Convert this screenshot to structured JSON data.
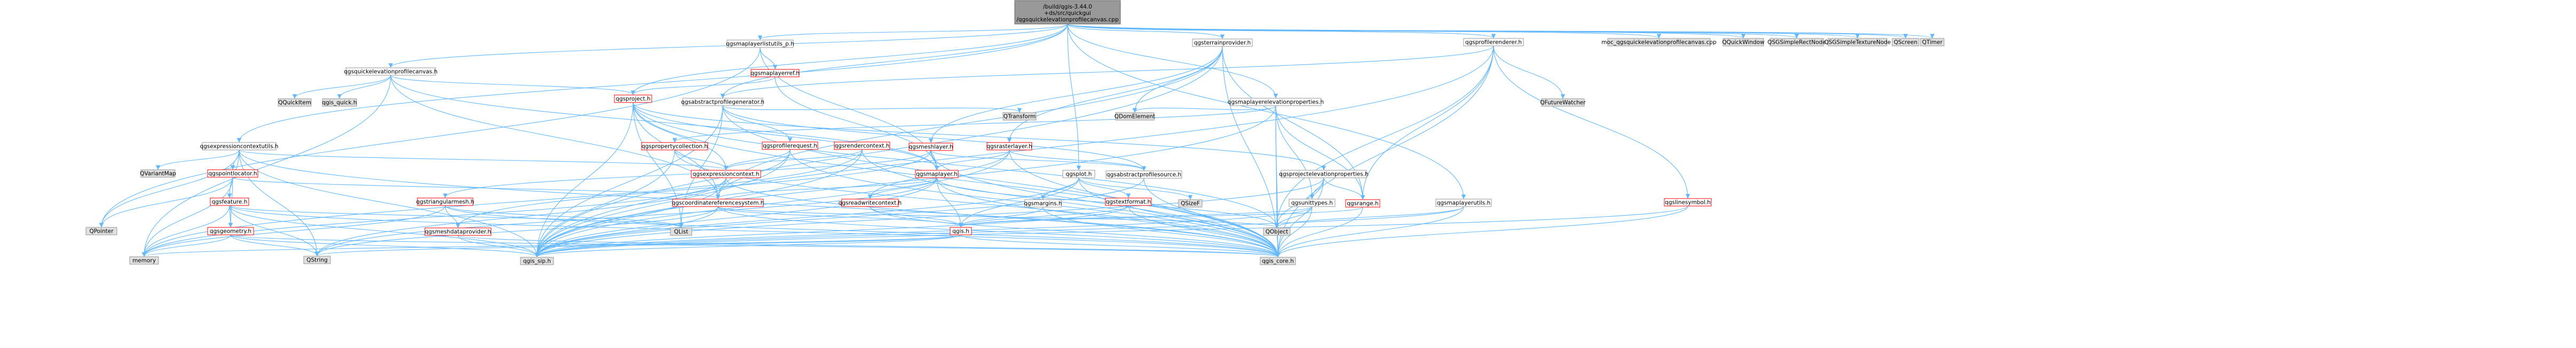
{
  "colors": {
    "root_fill": "#999999",
    "root_border": "#666666",
    "node_fill": "#ffffff",
    "linked_border": "#ff0000",
    "default_border": "#999999",
    "external_fill": "#e0e0e0",
    "edge": "#63b8ff"
  },
  "root": {
    "lines": [
      "/build/qgis-3.44.0",
      "+ds/src/quickgui",
      "/qgsquickelevationprofilecanvas.cpp"
    ]
  },
  "nodes": [
    {
      "id": "n_listutils",
      "label": "qgsmaplayerlistutils_p.h",
      "style": "default"
    },
    {
      "id": "n_terrain",
      "label": "qgsterrainprovider.h",
      "style": "default"
    },
    {
      "id": "n_profrend",
      "label": "qgsprofilerenderer.h",
      "style": "default"
    },
    {
      "id": "n_moc",
      "label": "moc_qgsquickelevationprofilecanvas.cpp",
      "style": "external"
    },
    {
      "id": "n_qqw",
      "label": "QQuickWindow",
      "style": "external"
    },
    {
      "id": "n_qsgrect",
      "label": "QSGSimpleRectNode",
      "style": "external"
    },
    {
      "id": "n_qsgtex",
      "label": "QSGSimpleTextureNode",
      "style": "external"
    },
    {
      "id": "n_qscreen",
      "label": "QScreen",
      "style": "external"
    },
    {
      "id": "n_qtimer",
      "label": "QTimer",
      "style": "external"
    },
    {
      "id": "n_qcanvas_h",
      "label": "qgsquickelevationprofilecanvas.h",
      "style": "default"
    },
    {
      "id": "n_maplayerref",
      "label": "qgsmaplayerref.h",
      "style": "linked"
    },
    {
      "id": "n_absprofgen",
      "label": "qgsabstractprofilegenerator.h",
      "style": "default"
    },
    {
      "id": "n_mlelevprops",
      "label": "qgsmaplayerelevationproperties.h",
      "style": "default"
    },
    {
      "id": "n_qfuturew",
      "label": "QFutureWatcher",
      "style": "external"
    },
    {
      "id": "n_qquickitem",
      "label": "QQuickItem",
      "style": "external"
    },
    {
      "id": "n_qgsquick",
      "label": "qgis_quick.h",
      "style": "external"
    },
    {
      "id": "n_project",
      "label": "qgsproject.h",
      "style": "linked"
    },
    {
      "id": "n_qtransform",
      "label": "QTransform",
      "style": "external"
    },
    {
      "id": "n_qdomelem",
      "label": "QDomElement",
      "style": "external"
    },
    {
      "id": "n_exprctxutils",
      "label": "qgsexpressioncontextutils.h",
      "style": "default"
    },
    {
      "id": "n_proprcoll",
      "label": "qgspropertycollection.h",
      "style": "linked"
    },
    {
      "id": "n_profreq",
      "label": "qgsprofilerequest.h",
      "style": "linked"
    },
    {
      "id": "n_renderctx",
      "label": "qgsrendercontext.h",
      "style": "linked"
    },
    {
      "id": "n_meshlayer",
      "label": "qgsmeshlayer.h",
      "style": "linked"
    },
    {
      "id": "n_rasterlayer",
      "label": "qgsrasterlayer.h",
      "style": "linked"
    },
    {
      "id": "n_qvariantmap",
      "label": "QVariantMap",
      "style": "external"
    },
    {
      "id": "n_pointloc",
      "label": "qgspointlocator.h",
      "style": "linked"
    },
    {
      "id": "n_exprctx",
      "label": "qgsexpressioncontext.h",
      "style": "linked"
    },
    {
      "id": "n_maplayer",
      "label": "qgsmaplayer.h",
      "style": "linked"
    },
    {
      "id": "n_plot",
      "label": "qgsplot.h",
      "style": "default"
    },
    {
      "id": "n_absprofsrc",
      "label": "qgsabstractprofilesource.h",
      "style": "default"
    },
    {
      "id": "n_projelev",
      "label": "qgsprojectelevationproperties.h",
      "style": "default"
    },
    {
      "id": "n_feature",
      "label": "qgsfeature.h",
      "style": "linked"
    },
    {
      "id": "n_trimesh",
      "label": "qgstriangularmesh.h",
      "style": "linked"
    },
    {
      "id": "n_crs",
      "label": "qgscoordinatereferencesystem.h",
      "style": "linked"
    },
    {
      "id": "n_readwrite",
      "label": "qgsreadwritecontext.h",
      "style": "linked"
    },
    {
      "id": "n_margins",
      "label": "qgsmargins.h",
      "style": "default"
    },
    {
      "id": "n_textformat",
      "label": "qgstextformat.h",
      "style": "linked"
    },
    {
      "id": "n_qsizef",
      "label": "QSizeF",
      "style": "external"
    },
    {
      "id": "n_unittypes",
      "label": "qgsunittypes.h",
      "style": "default"
    },
    {
      "id": "n_range",
      "label": "qgsrange.h",
      "style": "linked"
    },
    {
      "id": "n_mlutils",
      "label": "qgsmaplayerutils.h",
      "style": "default"
    },
    {
      "id": "n_linesym",
      "label": "qgslinesymbol.h",
      "style": "linked"
    },
    {
      "id": "n_qpointer",
      "label": "QPointer",
      "style": "external"
    },
    {
      "id": "n_geometry",
      "label": "qgsgeometry.h",
      "style": "linked"
    },
    {
      "id": "n_meshdp",
      "label": "qgsmeshdataprovider.h",
      "style": "linked"
    },
    {
      "id": "n_qlist",
      "label": "QList",
      "style": "external"
    },
    {
      "id": "n_qgis",
      "label": "qgis.h",
      "style": "linked"
    },
    {
      "id": "n_qobject",
      "label": "QObject",
      "style": "external"
    },
    {
      "id": "n_memory",
      "label": "memory",
      "style": "external"
    },
    {
      "id": "n_qstring",
      "label": "QString",
      "style": "external"
    },
    {
      "id": "n_qgissip",
      "label": "qgis_sip.h",
      "style": "external"
    },
    {
      "id": "n_qgiscore",
      "label": "qgis_core.h",
      "style": "external"
    }
  ]
}
